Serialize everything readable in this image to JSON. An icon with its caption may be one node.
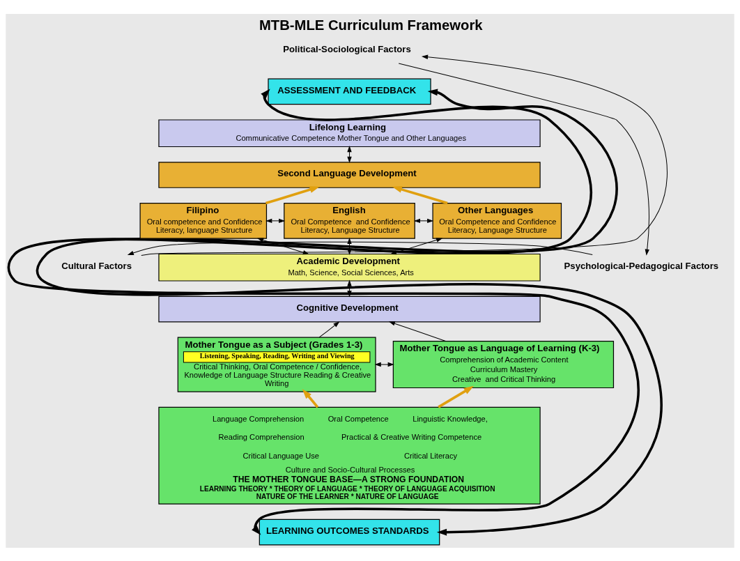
{
  "diagram": {
    "title": "MTB-MLE Curriculum Framework",
    "nodes": [
      {
        "text": [
          "ASSESSMENT AND FEEDBACK"
        ]
      },
      {
        "text": [
          "Lifelong Learning",
          "Communicative Competence Mother Tongue and Other Languages"
        ]
      },
      {
        "text": [
          "Second Language Development"
        ]
      },
      {
        "text": [
          "Filipino",
          "Oral competence and Confidence Literacy, language Structure"
        ]
      },
      {
        "text": [
          "English",
          "Oral Competence  and Confidence Literacy, Language Structure"
        ]
      },
      {
        "text": [
          "Other Languages",
          "Oral Competence and Confidence Literacy, Language Structure"
        ]
      },
      {
        "text": [
          "Academic Development",
          "Math, Science, Social Sciences, Arts"
        ]
      },
      {
        "text": [
          "Cognitive Development"
        ]
      },
      {
        "text": [
          "Mother Tongue as a Subject (Grades 1-3)",
          "Listening, Speaking, Reading, Writing and Viewing",
          "Critical Thinking, Oral Competence / Confidence, Knowledge of Language Structure Reading & Creative Writing"
        ]
      },
      {
        "text": [
          "Mother Tongue as Language of Learning (K-3)",
          "Comprehension of Academic Content",
          "Curriculum Mastery",
          "Creative  and Critical Thinking"
        ]
      },
      {
        "text": [
          "Language Comprehension",
          "Oral Competence",
          "Linguistic Knowledge,",
          "Reading Comprehension",
          "Practical & Creative Writing Competence",
          "Critical Language Use",
          "Critical Literacy",
          "Culture and Socio-Cultural Processes",
          "THE MOTHER TONGUE BASE—A STRONG FOUNDATION",
          "LEARNING THEORY * THEORY OF LANGUAGE * THEORY OF LANGUAGE ACQUISITION NATURE OF THE LEARNER * NATURE OF LANGUAGE"
        ]
      },
      {
        "text": [
          "LEARNING OUTCOMES STANDARDS"
        ]
      },
      {
        "text": [
          "Political-Sociological Factors"
        ]
      },
      {
        "text": [
          "Psychological-Pedagogical Factors"
        ]
      },
      {
        "text": [
          "Cultural Factors"
        ]
      }
    ],
    "edges": [
      {
        "from": 1,
        "to": 2,
        "arrow": "both"
      },
      {
        "from": 3,
        "to": 4,
        "arrow": "both"
      },
      {
        "from": 4,
        "to": 5,
        "arrow": "both"
      },
      {
        "from": 3,
        "to": 6,
        "arrow": "both"
      },
      {
        "from": 4,
        "to": 6,
        "arrow": "both"
      },
      {
        "from": 5,
        "to": 6,
        "arrow": "both"
      },
      {
        "from": 6,
        "to": 7,
        "arrow": "both"
      },
      {
        "from": 8,
        "to": 7,
        "arrow": "to"
      },
      {
        "from": 9,
        "to": 7,
        "arrow": "to"
      },
      {
        "from": 8,
        "to": 9,
        "arrow": "both"
      },
      {
        "from": 3,
        "to": 2,
        "arrow": "to",
        "style": "thick",
        "color": "#e0a010"
      },
      {
        "from": 5,
        "to": 2,
        "arrow": "to",
        "style": "thick",
        "color": "#e0a010"
      },
      {
        "from": 10,
        "to": 8,
        "arrow": "to",
        "style": "thick",
        "color": "#e0a010"
      },
      {
        "from": 10,
        "to": 9,
        "arrow": "to",
        "style": "thick",
        "color": "#e0a010"
      },
      {
        "from": 0,
        "to": 11,
        "arrow": "both",
        "style": "thick"
      },
      {
        "from": 0,
        "to": 11,
        "arrow": "both",
        "style": "thick"
      },
      {
        "from": 14,
        "to": 12,
        "arrow": "to"
      },
      {
        "from": 12,
        "to": 13,
        "arrow": "to"
      },
      {
        "from": 13,
        "to": 14,
        "arrow": "to"
      }
    ]
  }
}
